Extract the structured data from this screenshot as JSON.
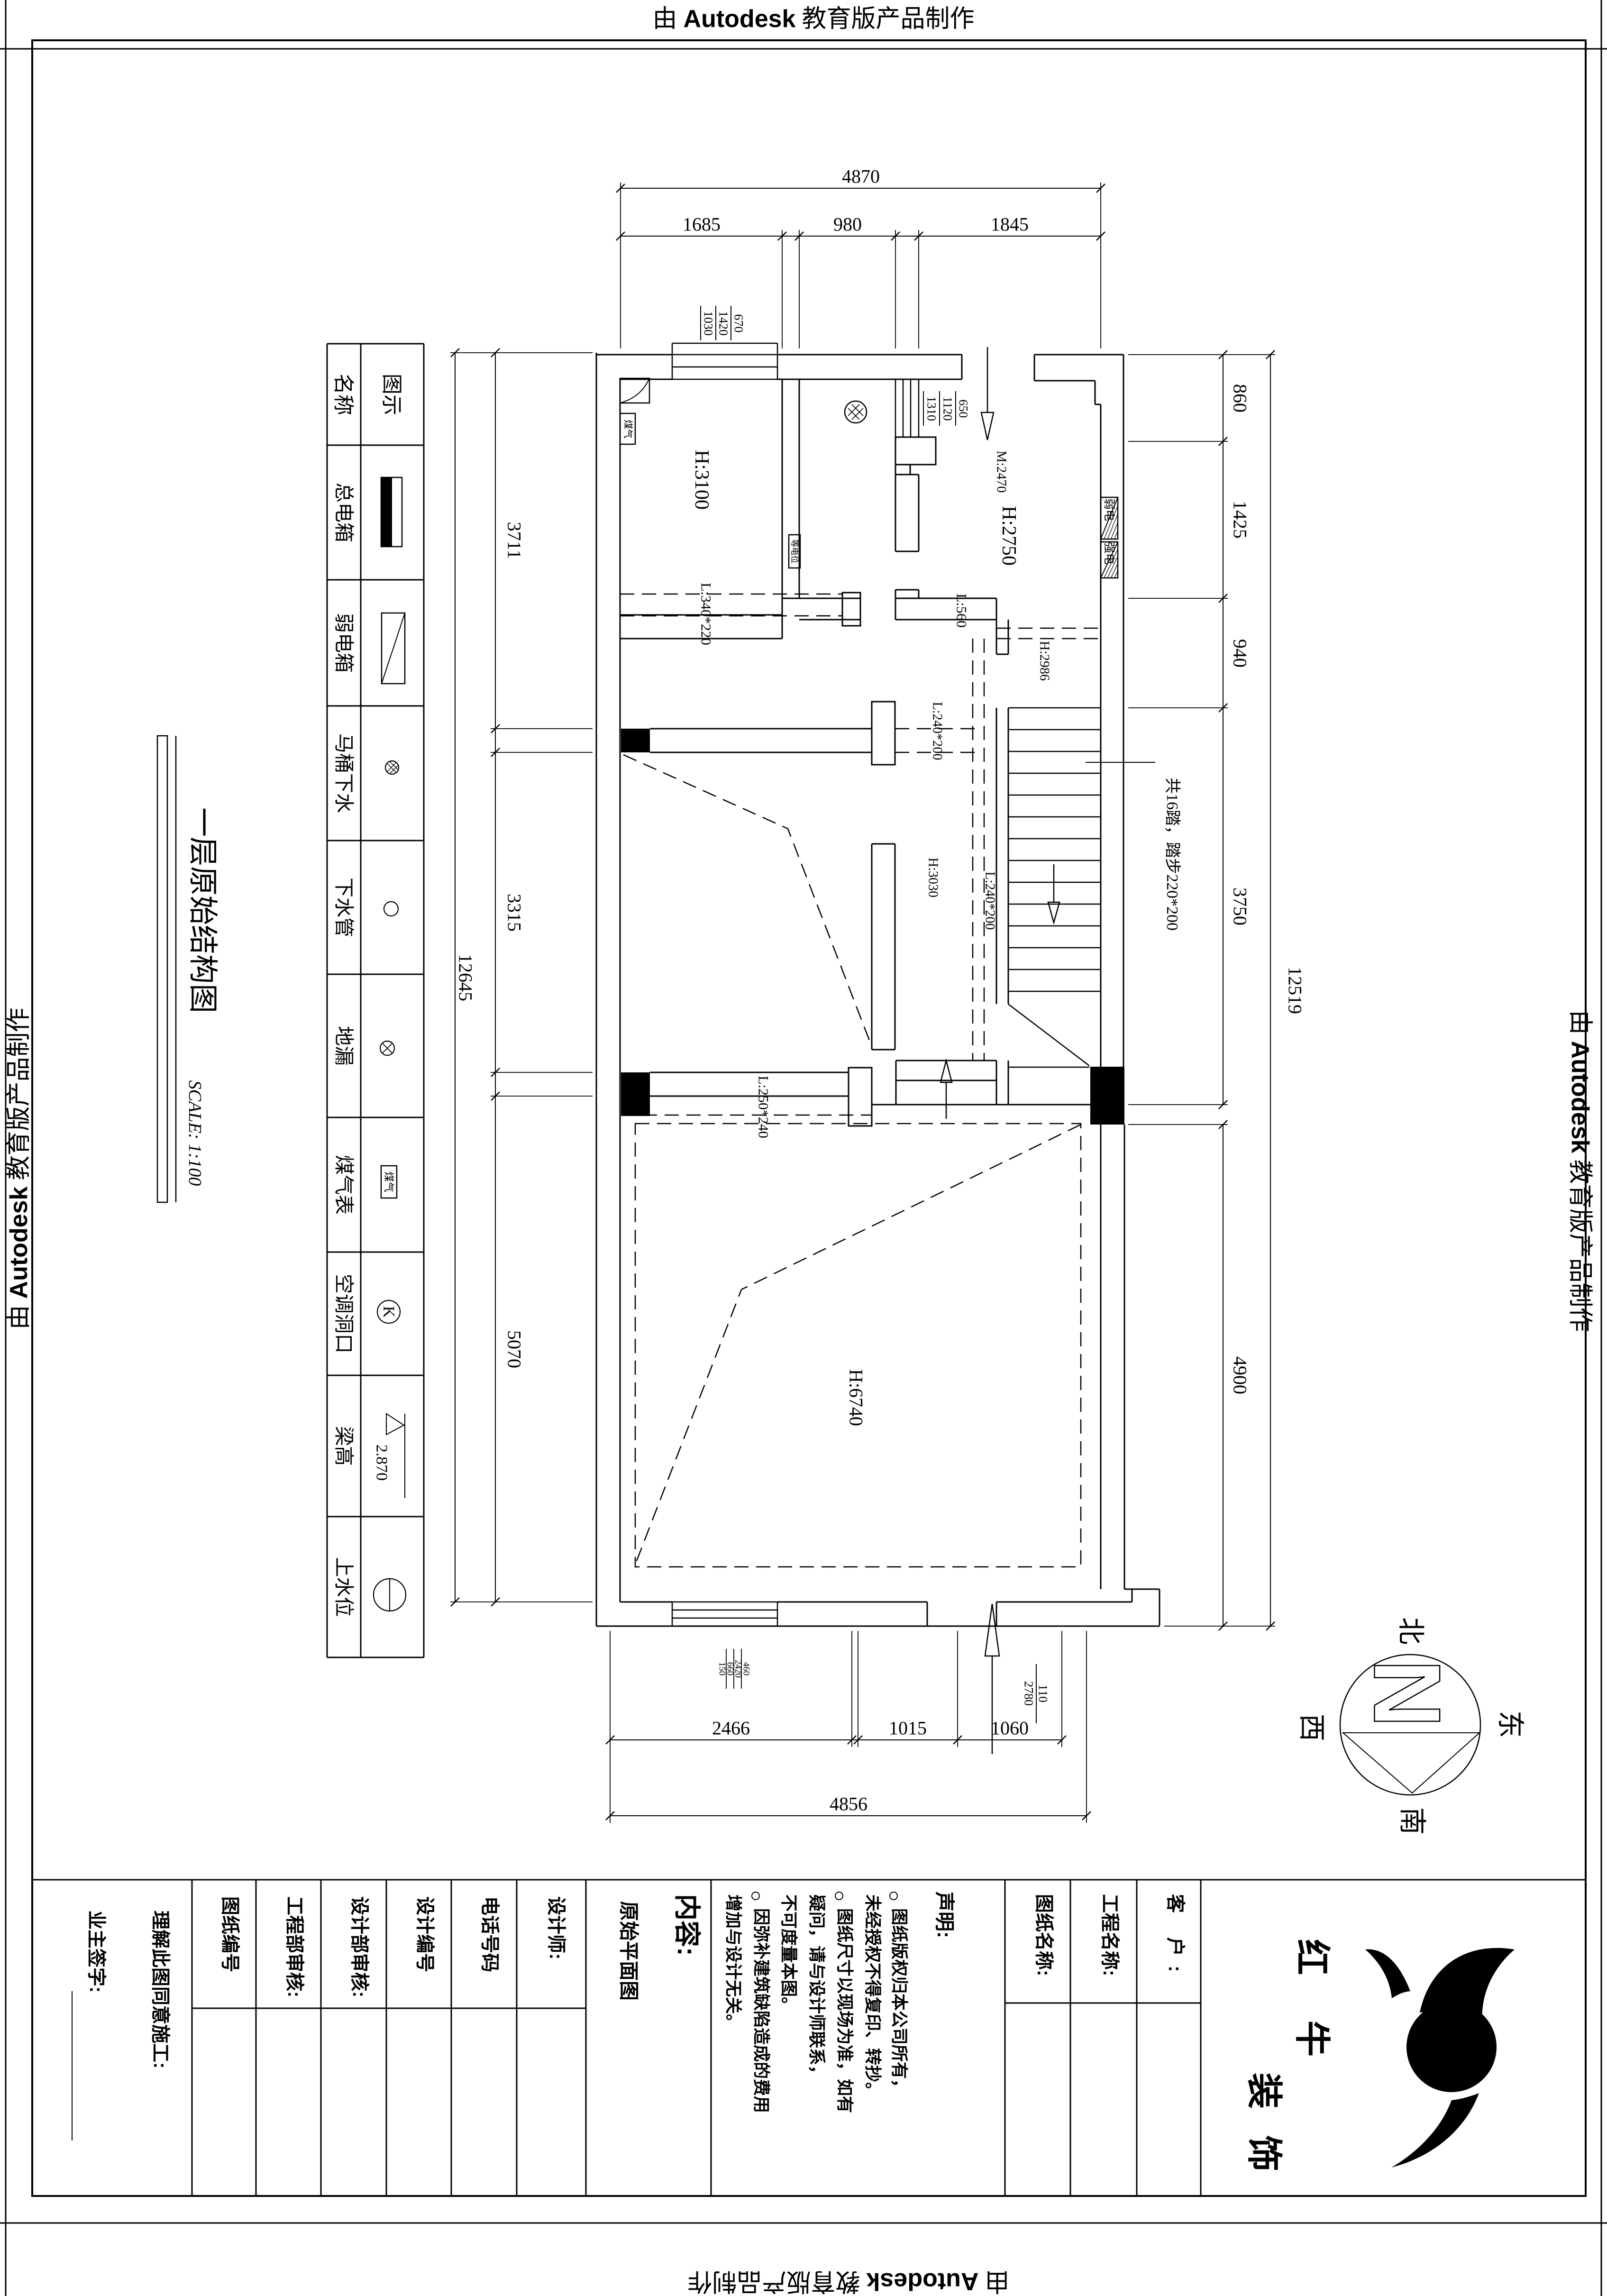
{
  "document": {
    "paper_color": "#ffffff",
    "ink_color": "#000000"
  },
  "banners": {
    "prefix": "由 ",
    "brand": "Autodesk",
    "suffix": " 教育版产品制作",
    "text": "由 Autodesk 教育版产品制作"
  },
  "sheet_title": {
    "text": "一层原始结构图",
    "scale": "SCALE: 1:100"
  },
  "legend": {
    "header": {
      "name": "名称",
      "symbol": "图示"
    },
    "rows": [
      {
        "name": "总电箱"
      },
      {
        "name": "弱电箱"
      },
      {
        "name": "马桶下水"
      },
      {
        "name": "下水管"
      },
      {
        "name": "地漏"
      },
      {
        "name": "煤气表",
        "symbol_label": "煤气"
      },
      {
        "name": "空调洞口",
        "symbol_label": "K"
      },
      {
        "name": "梁高",
        "symbol_label": "2.870"
      },
      {
        "name": "上水位"
      }
    ]
  },
  "plan": {
    "labels": {
      "kitchen_height": "H:3100",
      "entry_height": "H:2750",
      "hall_height": "H:2986",
      "mid_height": "H:3030",
      "living_height": "H:6740",
      "beam_kitchen": "L:340*220",
      "beam_entry": "L:560",
      "beam_mid_h": "L:240*200",
      "beam_mid_v": "L:240*200",
      "beam_lower": "L:250*240",
      "door_top": "M:2470",
      "stair_note": "共16踏，踏步220*200",
      "gas_box": "煤气",
      "equipotential_box": "等电位",
      "weak_box": "弱电",
      "strong_box": "强电"
    },
    "window_dims": {
      "top": [
        "670",
        "1420",
        "1030"
      ],
      "bath": [
        "650",
        "1120",
        "1310"
      ],
      "bottom": [
        "460",
        "2420",
        "660",
        "150"
      ],
      "door_bottom": [
        "110",
        "2780"
      ]
    }
  },
  "dims": {
    "top": {
      "total": "4870",
      "segments": [
        "1685",
        "980",
        "1845"
      ]
    },
    "bottom": {
      "total": "4856",
      "segments": [
        "2466",
        "1015",
        "1060"
      ]
    },
    "left": {
      "total": "12645",
      "segments": [
        "3711",
        "3315",
        "5070"
      ]
    },
    "right": {
      "total": "12519",
      "segments": [
        "860",
        "1425",
        "940",
        "3750",
        "4900"
      ]
    }
  },
  "compass": {
    "n": "N",
    "north": "北",
    "south": "南",
    "east": "东",
    "west": "西"
  },
  "title_block": {
    "owner_sign": "业主签字:",
    "agree": "理解此图同意施工:",
    "drawing_no": "图纸编号",
    "eng_review": "工程部审核:",
    "design_review": "设计部审核:",
    "design_no": "设计编号",
    "phone": "电话号码",
    "designer": "设计师:",
    "content_label": "内容:",
    "content_value": "原始平面图",
    "statement_label": "声明:",
    "statement_items": [
      {
        "line1": "图纸版权归本公司所有，",
        "line2": "未经授权不得复印、转抄。"
      },
      {
        "line1": "图纸尺寸以现场为准，如有",
        "line2": "疑问，请与设计师联系，",
        "line3": "不可度量本图。"
      },
      {
        "line1": "因弥补建筑缺陷造成的费用",
        "line2": "增加与设计无关。"
      }
    ],
    "drawing_name": "图纸名称:",
    "project_name": "工程名称:",
    "client": "客 户:",
    "logo": {
      "name": "红牛装饰",
      "line1": "红牛",
      "line2": "装饰"
    }
  }
}
